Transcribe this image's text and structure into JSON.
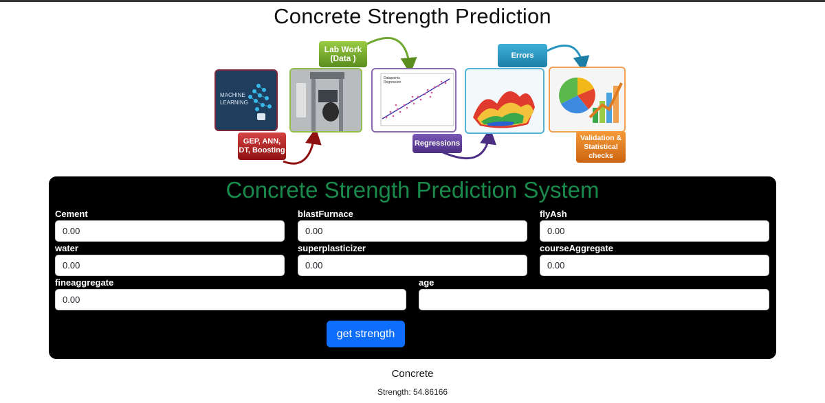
{
  "page": {
    "title": "Concrete Strength Prediction"
  },
  "banner": {
    "ml_tile_text": "MACHINE\nLEARNING",
    "tags": {
      "methods": "GEP, ANN, DT, Boosting",
      "lab_work": "Lab Work (Data )",
      "regressions": "Regressions",
      "errors": "Errors",
      "validation": "Validation & Statistical checks"
    },
    "plot_legend": [
      "Datapoints",
      "Regression"
    ],
    "colors": {
      "methods": "#b01e1e",
      "lab": "#78ad2c",
      "regressions": "#5b3b96",
      "errors": "#2795c0",
      "validation": "#e07a1f"
    }
  },
  "form": {
    "title": "Concrete Strength Prediction System",
    "fields": [
      {
        "label": "Cement",
        "value": "0.00"
      },
      {
        "label": "blastFurnace",
        "value": "0.00"
      },
      {
        "label": "flyAsh",
        "value": "0.00"
      },
      {
        "label": "water",
        "value": "0.00"
      },
      {
        "label": "superplasticizer",
        "value": "0.00"
      },
      {
        "label": "courseAggregate",
        "value": "0.00"
      },
      {
        "label": "fineaggregate",
        "value": "0.00"
      },
      {
        "label": "age",
        "value": ""
      }
    ],
    "submit_label": "get strength",
    "colors": {
      "panel": "#000000",
      "title": "#198a4c",
      "button": "#0d6efd"
    }
  },
  "result": {
    "heading": "Concrete",
    "strength_text": "Strength: 54.86166"
  }
}
